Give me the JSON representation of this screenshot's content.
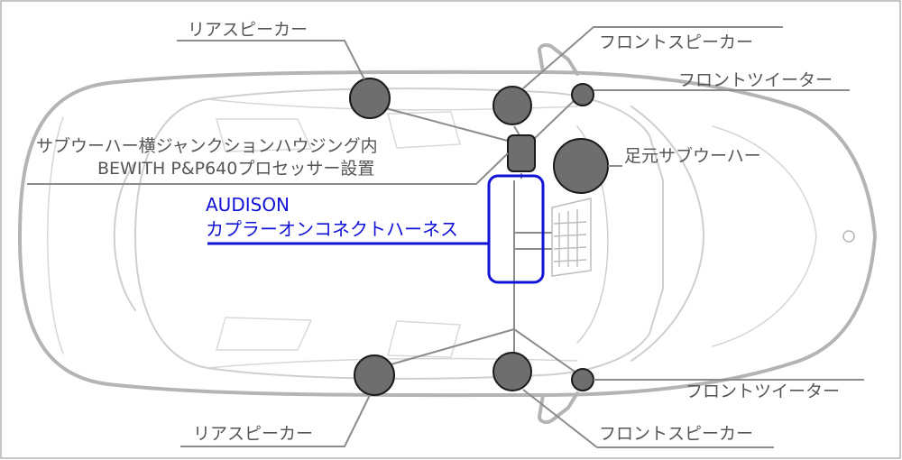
{
  "labels": {
    "rear_speaker_top": "リアスピーカー",
    "front_speaker_top": "フロントスピーカー",
    "front_tweeter_top": "フロントツイーター",
    "subwoofer_junction_line1": "サブウーハー横ジャンクションハウジング内",
    "subwoofer_junction_line2": "BEWITH P&P640プロセッサー設置",
    "foot_subwoofer": "足元サブウーハー",
    "audison_line1": "AUDISON",
    "audison_line2": "カプラーオンコネクトハーネス",
    "front_tweeter_bottom": "フロントツイーター",
    "rear_speaker_bottom": "リアスピーカー",
    "front_speaker_bottom": "フロントスピーカー"
  },
  "colors": {
    "car_outline": "#b4b4b4",
    "car_detail": "#cfcfcf",
    "component_fill": "#6e6e6e",
    "component_stroke": "#1a1a1a",
    "leader_line": "#8c8c8c",
    "highlight": "#1212d6",
    "label_text": "#555555"
  },
  "icons": {
    "speaker": "speaker-circle",
    "processor": "processor-box",
    "harness": "harness-highlight"
  }
}
